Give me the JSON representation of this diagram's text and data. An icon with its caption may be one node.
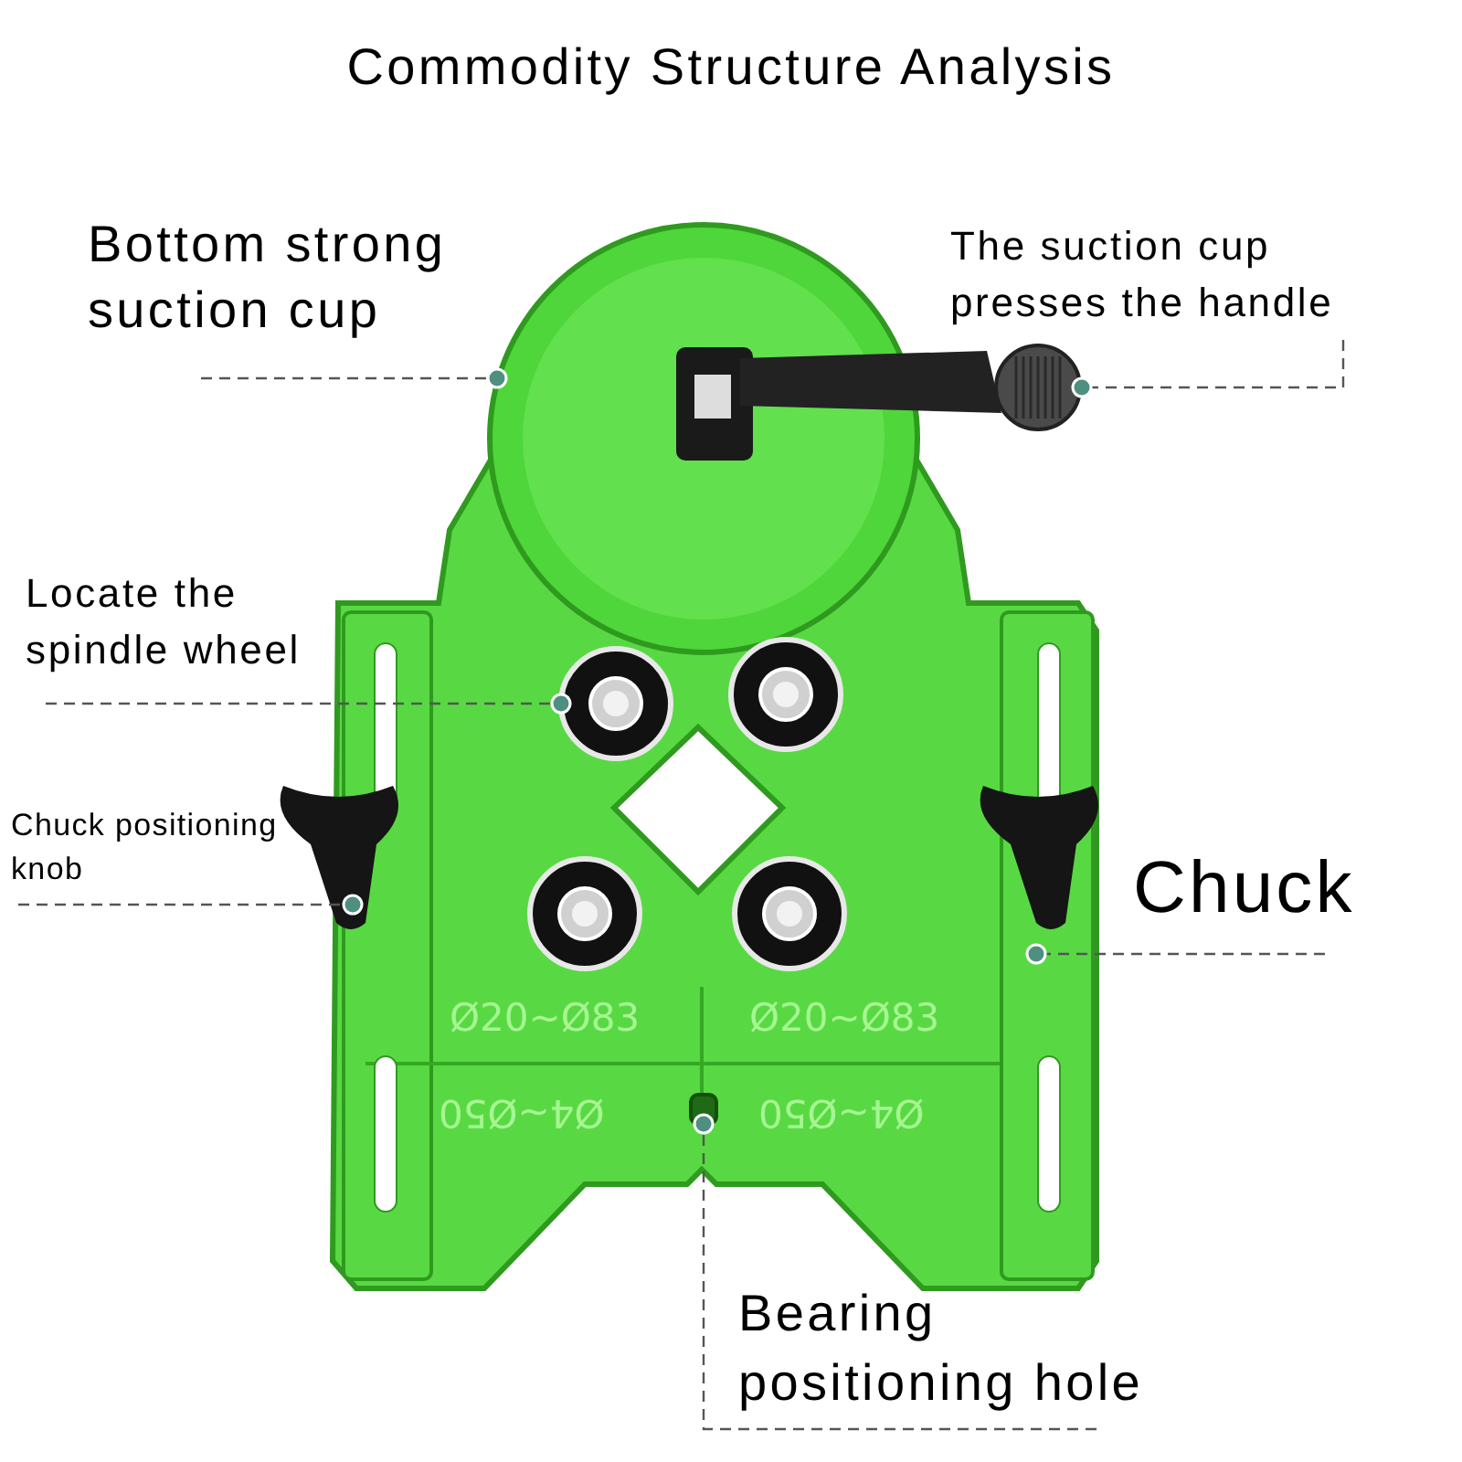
{
  "diagram": {
    "title": "Commodity Structure Analysis",
    "nodes": [
      {
        "text": [
          "Bottom strong suction cup"
        ]
      },
      {
        "text": [
          "The suction cup presses the handle"
        ]
      },
      {
        "text": [
          "Locate the spindle wheel"
        ]
      },
      {
        "text": [
          "Chuck positioning knob"
        ]
      },
      {
        "text": [
          "Chuck"
        ]
      },
      {
        "text": [
          "Bearing positioning hole"
        ]
      },
      {
        "text": [],
        "shape": "circle"
      },
      {
        "text": [],
        "shape": "picture"
      },
      {
        "text": [],
        "shape": "circle"
      },
      {
        "text": [],
        "shape": "picture"
      },
      {
        "text": [],
        "shape": "bar"
      },
      {
        "text": [],
        "shape": "box"
      },
      {
        "text": [],
        "shape": "circle"
      },
      {
        "text": [],
        "shape": "circle"
      },
      {
        "text": [],
        "shape": "circle"
      },
      {
        "text": [],
        "shape": "picture"
      }
    ],
    "edges": [
      {
        "from": 0,
        "to": 6,
        "arrow": "other",
        "style": "dashed"
      },
      {
        "from": 1,
        "to": 7,
        "arrow": "other",
        "style": "dashed"
      },
      {
        "from": 2,
        "to": 8,
        "arrow": "other",
        "style": "dashed"
      },
      {
        "from": 3,
        "to": 9,
        "arrow": "other",
        "style": "dashed"
      },
      {
        "from": 4,
        "to": 10,
        "arrow": "other",
        "style": "dashed"
      },
      {
        "from": 5,
        "to": 11,
        "arrow": "other",
        "style": "dashed"
      }
    ],
    "labels": [
      "Ø20~Ø83",
      "Ø20~Ø83",
      "Ø4~Ø50",
      "Ø4~Ø50"
    ]
  }
}
